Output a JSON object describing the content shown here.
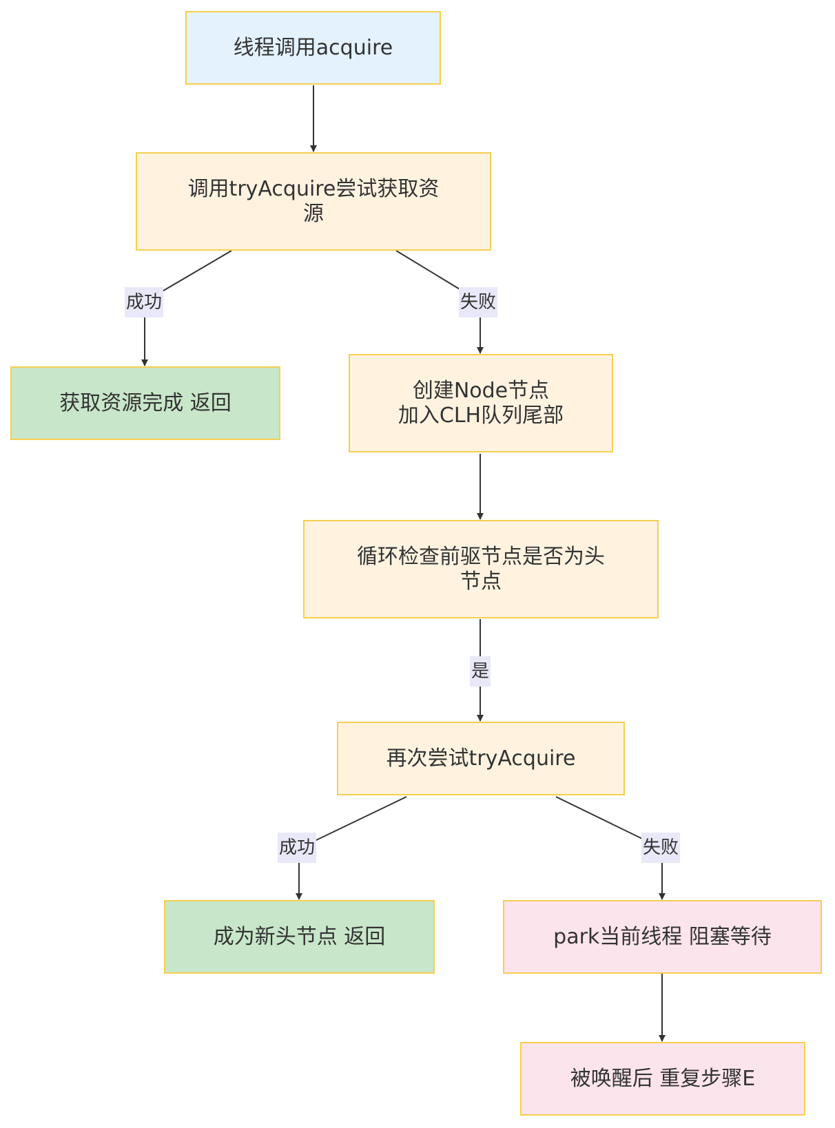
{
  "colors": {
    "start": "#e3f2fd",
    "process": "#fff3e0",
    "success": "#c8e6c9",
    "blocked": "#fce4ec",
    "border": "#f5cf4f",
    "edge": "#333333",
    "label_bg": "#e8e8f8"
  },
  "nodes": {
    "start": "线程调用acquire",
    "try_acquire": "调用tryAcquire尝试获取资\n源",
    "acquire_done": "获取资源完成 返回",
    "create_node": "创建Node节点\n加入CLH队列尾部",
    "check_pred": "循环检查前驱节点是否为头\n节点",
    "retry": "再次尝试tryAcquire",
    "new_head": "成为新头节点 返回",
    "park": "park当前线程 阻塞等待",
    "wakeup": "被唤醒后 重复步骤E"
  },
  "edge_labels": {
    "try_success": "成功",
    "try_fail": "失败",
    "pred_yes": "是",
    "retry_success": "成功",
    "retry_fail": "失败"
  }
}
